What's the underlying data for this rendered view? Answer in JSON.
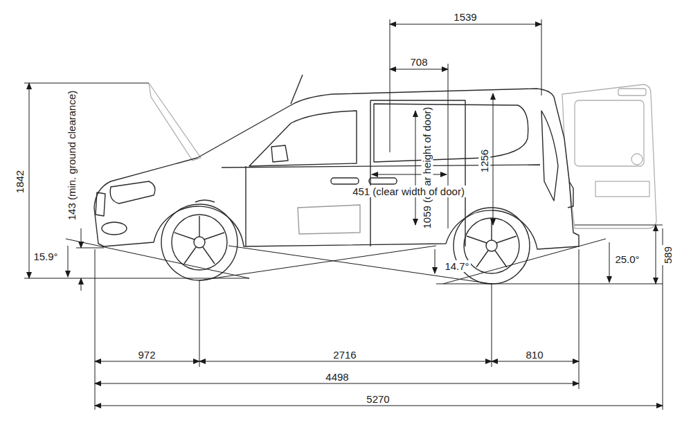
{
  "diagram": {
    "labels": [
      "1539",
      "708",
      "1842",
      "143 (min. ground clearance)",
      "1059 (clear height of door)",
      "1256",
      "451 (clear width of door)",
      "15.9°",
      "25.0°",
      "589",
      "14.7°",
      "972",
      "2716",
      "810",
      "4498",
      "5270"
    ]
  }
}
